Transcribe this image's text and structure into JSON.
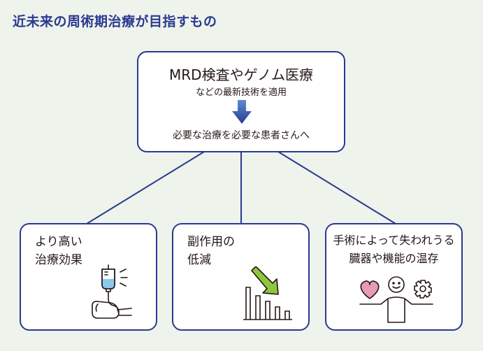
{
  "title": "近未来の周術期治療が目指すもの",
  "top_box": {
    "heading": "MRD検査やゲノム医療",
    "subheading": "などの最新技術を適用",
    "result": "必要な治療を必要な患者さんへ"
  },
  "boxes": [
    {
      "lines": [
        "より高い",
        "治療効果"
      ],
      "icon": "iv-drip-icon"
    },
    {
      "lines": [
        "副作用の",
        "低減"
      ],
      "icon": "declining-chart-icon"
    },
    {
      "lines": [
        "手術によって失われうる",
        "臓器や機能の温存"
      ],
      "icon": "heart-person-gear-icon"
    }
  ],
  "colors": {
    "navy": "#2b3990",
    "background": "#eef3ec",
    "arrow_green": "#8dc63f",
    "heart_pink": "#e89bb4",
    "drip_blue": "#8ec8ec"
  }
}
